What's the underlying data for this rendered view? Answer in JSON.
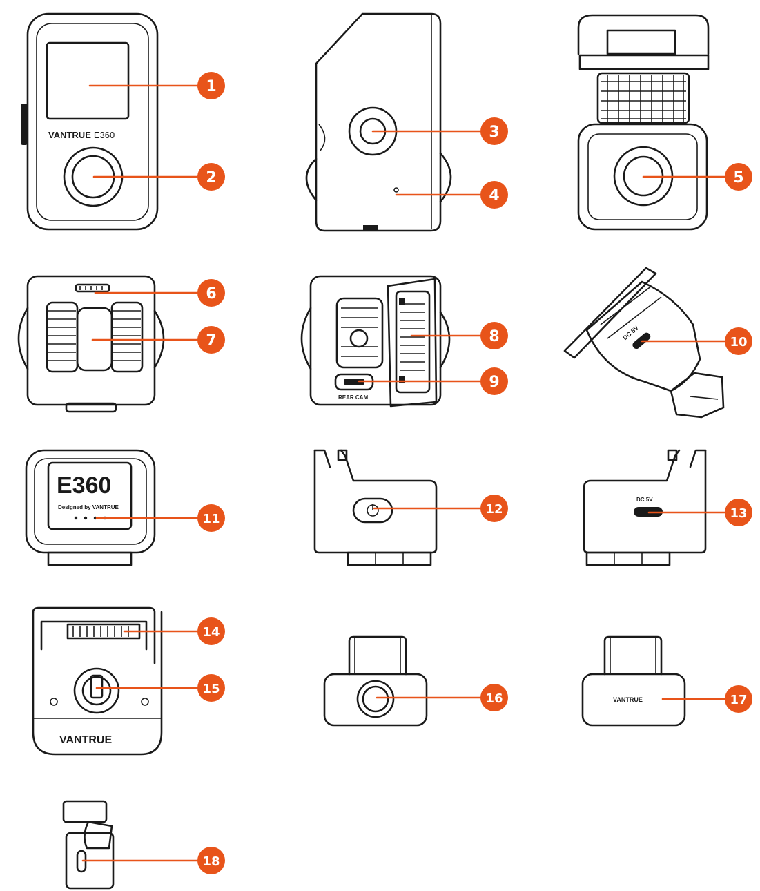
{
  "colors": {
    "accent": "#e8541a",
    "line": "#1a1a1a",
    "background": "#ffffff"
  },
  "labels": {
    "screen_brand": "VANTRUE E360",
    "screen_brand_a": "VANTRUE",
    "screen_brand_b": "E360",
    "mount_brand": "VANTRUE",
    "e360_logo": "E360",
    "designed_by": "Designed by VANTRUE",
    "dc_port_10": "DC 5V",
    "dc_port_13": "DC 5V",
    "port_9": "REAR CAM"
  },
  "callouts": [
    "1",
    "2",
    "3",
    "4",
    "5",
    "6",
    "7",
    "8",
    "9",
    "10",
    "11",
    "12",
    "13",
    "14",
    "15",
    "16",
    "17",
    "18"
  ]
}
